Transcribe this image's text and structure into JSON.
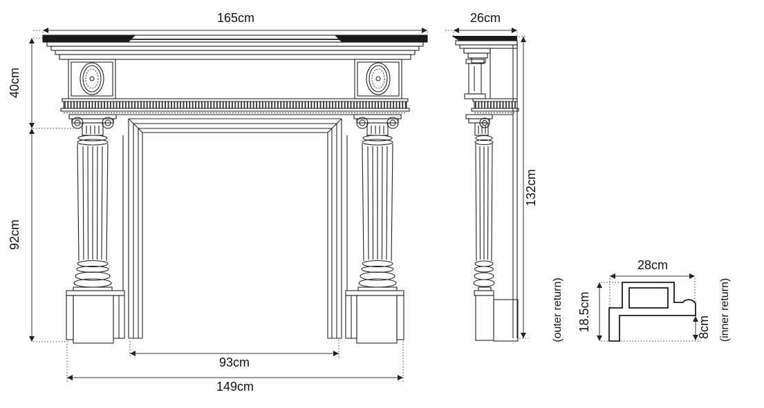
{
  "front_elevation": {
    "dims": {
      "overall_width": "165cm",
      "frieze_height": "40cm",
      "leg_height": "92cm",
      "opening_width": "93cm",
      "base_width": "149cm"
    }
  },
  "side_elevation": {
    "dims": {
      "shelf_depth": "26cm",
      "overall_height": "132cm"
    }
  },
  "return_section": {
    "dims": {
      "leg_width": "28cm",
      "outer_return_depth": "18.5cm",
      "inner_return_depth": "8cm"
    },
    "labels": {
      "outer": "(outer return)",
      "inner": "(inner return)"
    }
  }
}
